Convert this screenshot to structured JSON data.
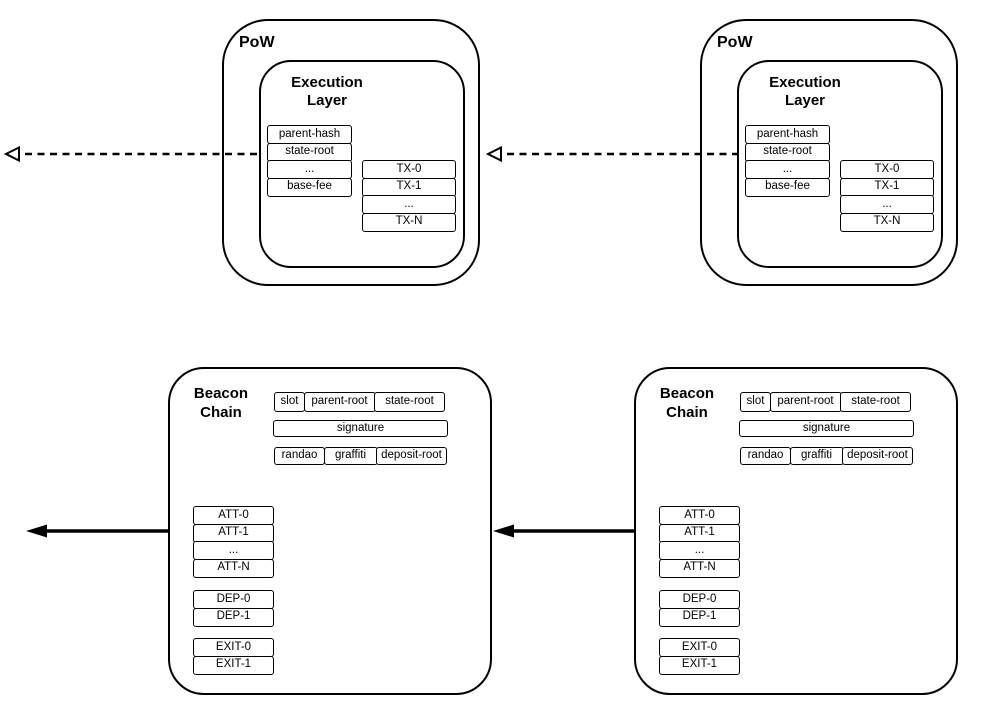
{
  "diagram": {
    "background": "#ffffff",
    "line_color": "#000000"
  },
  "pow_block": {
    "title": "PoW",
    "execution_layer": {
      "title": "Execution Layer",
      "header_fields": [
        "parent-hash",
        "state-root",
        "...",
        "base-fee"
      ],
      "transactions": [
        "TX-0",
        "TX-1",
        "...",
        "TX-N"
      ]
    }
  },
  "beacon_block": {
    "title": "Beacon Chain",
    "header_row": [
      "slot",
      "parent-root",
      "state-root"
    ],
    "signature_label": "signature",
    "mix_row": [
      "randao",
      "graffiti",
      "deposit-root"
    ],
    "attestations": [
      "ATT-0",
      "ATT-1",
      "...",
      "ATT-N"
    ],
    "deposits": [
      "DEP-0",
      "DEP-1"
    ],
    "exits": [
      "EXIT-0",
      "EXIT-1"
    ]
  },
  "connections": [
    {
      "from": "pow-block-1",
      "to": "offscreen-left",
      "style": "dashed",
      "arrowhead": "open"
    },
    {
      "from": "pow-block-2",
      "to": "pow-block-1",
      "style": "dashed",
      "arrowhead": "open"
    },
    {
      "from": "beacon-block-1",
      "to": "offscreen-left",
      "style": "solid",
      "arrowhead": "filled"
    },
    {
      "from": "beacon-block-2",
      "to": "beacon-block-1",
      "style": "solid",
      "arrowhead": "filled"
    }
  ]
}
